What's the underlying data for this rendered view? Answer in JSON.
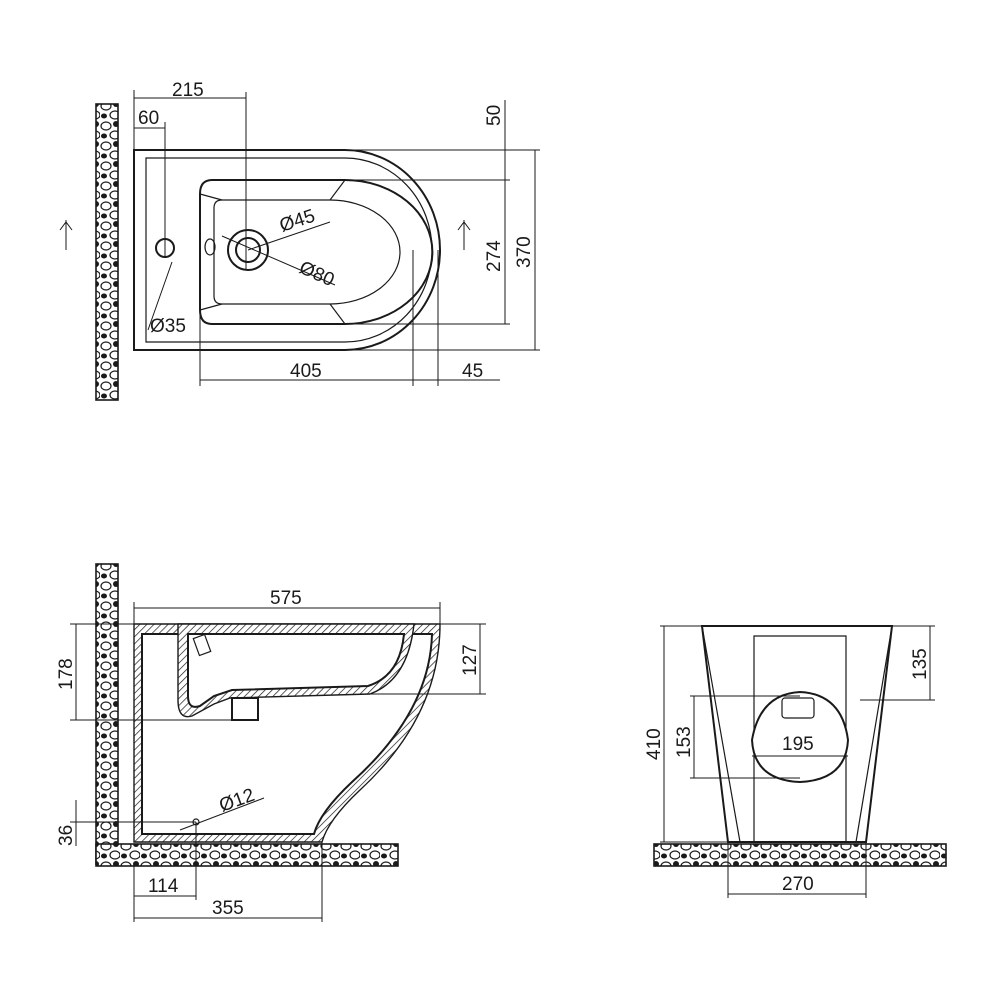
{
  "top_view": {
    "dim_215": "215",
    "dim_60": "60",
    "dim_50": "50",
    "dim_274": "274",
    "dim_370": "370",
    "dim_d45": "Ø45",
    "dim_d80": "Ø80",
    "dim_d35": "Ø35",
    "dim_405": "405",
    "dim_45": "45"
  },
  "side_view": {
    "dim_575": "575",
    "dim_178": "178",
    "dim_127": "127",
    "dim_d12": "Ø12",
    "dim_36": "36",
    "dim_114": "114",
    "dim_355": "355"
  },
  "front_view": {
    "dim_410": "410",
    "dim_135": "135",
    "dim_153": "153",
    "dim_195": "195",
    "dim_270": "270"
  }
}
